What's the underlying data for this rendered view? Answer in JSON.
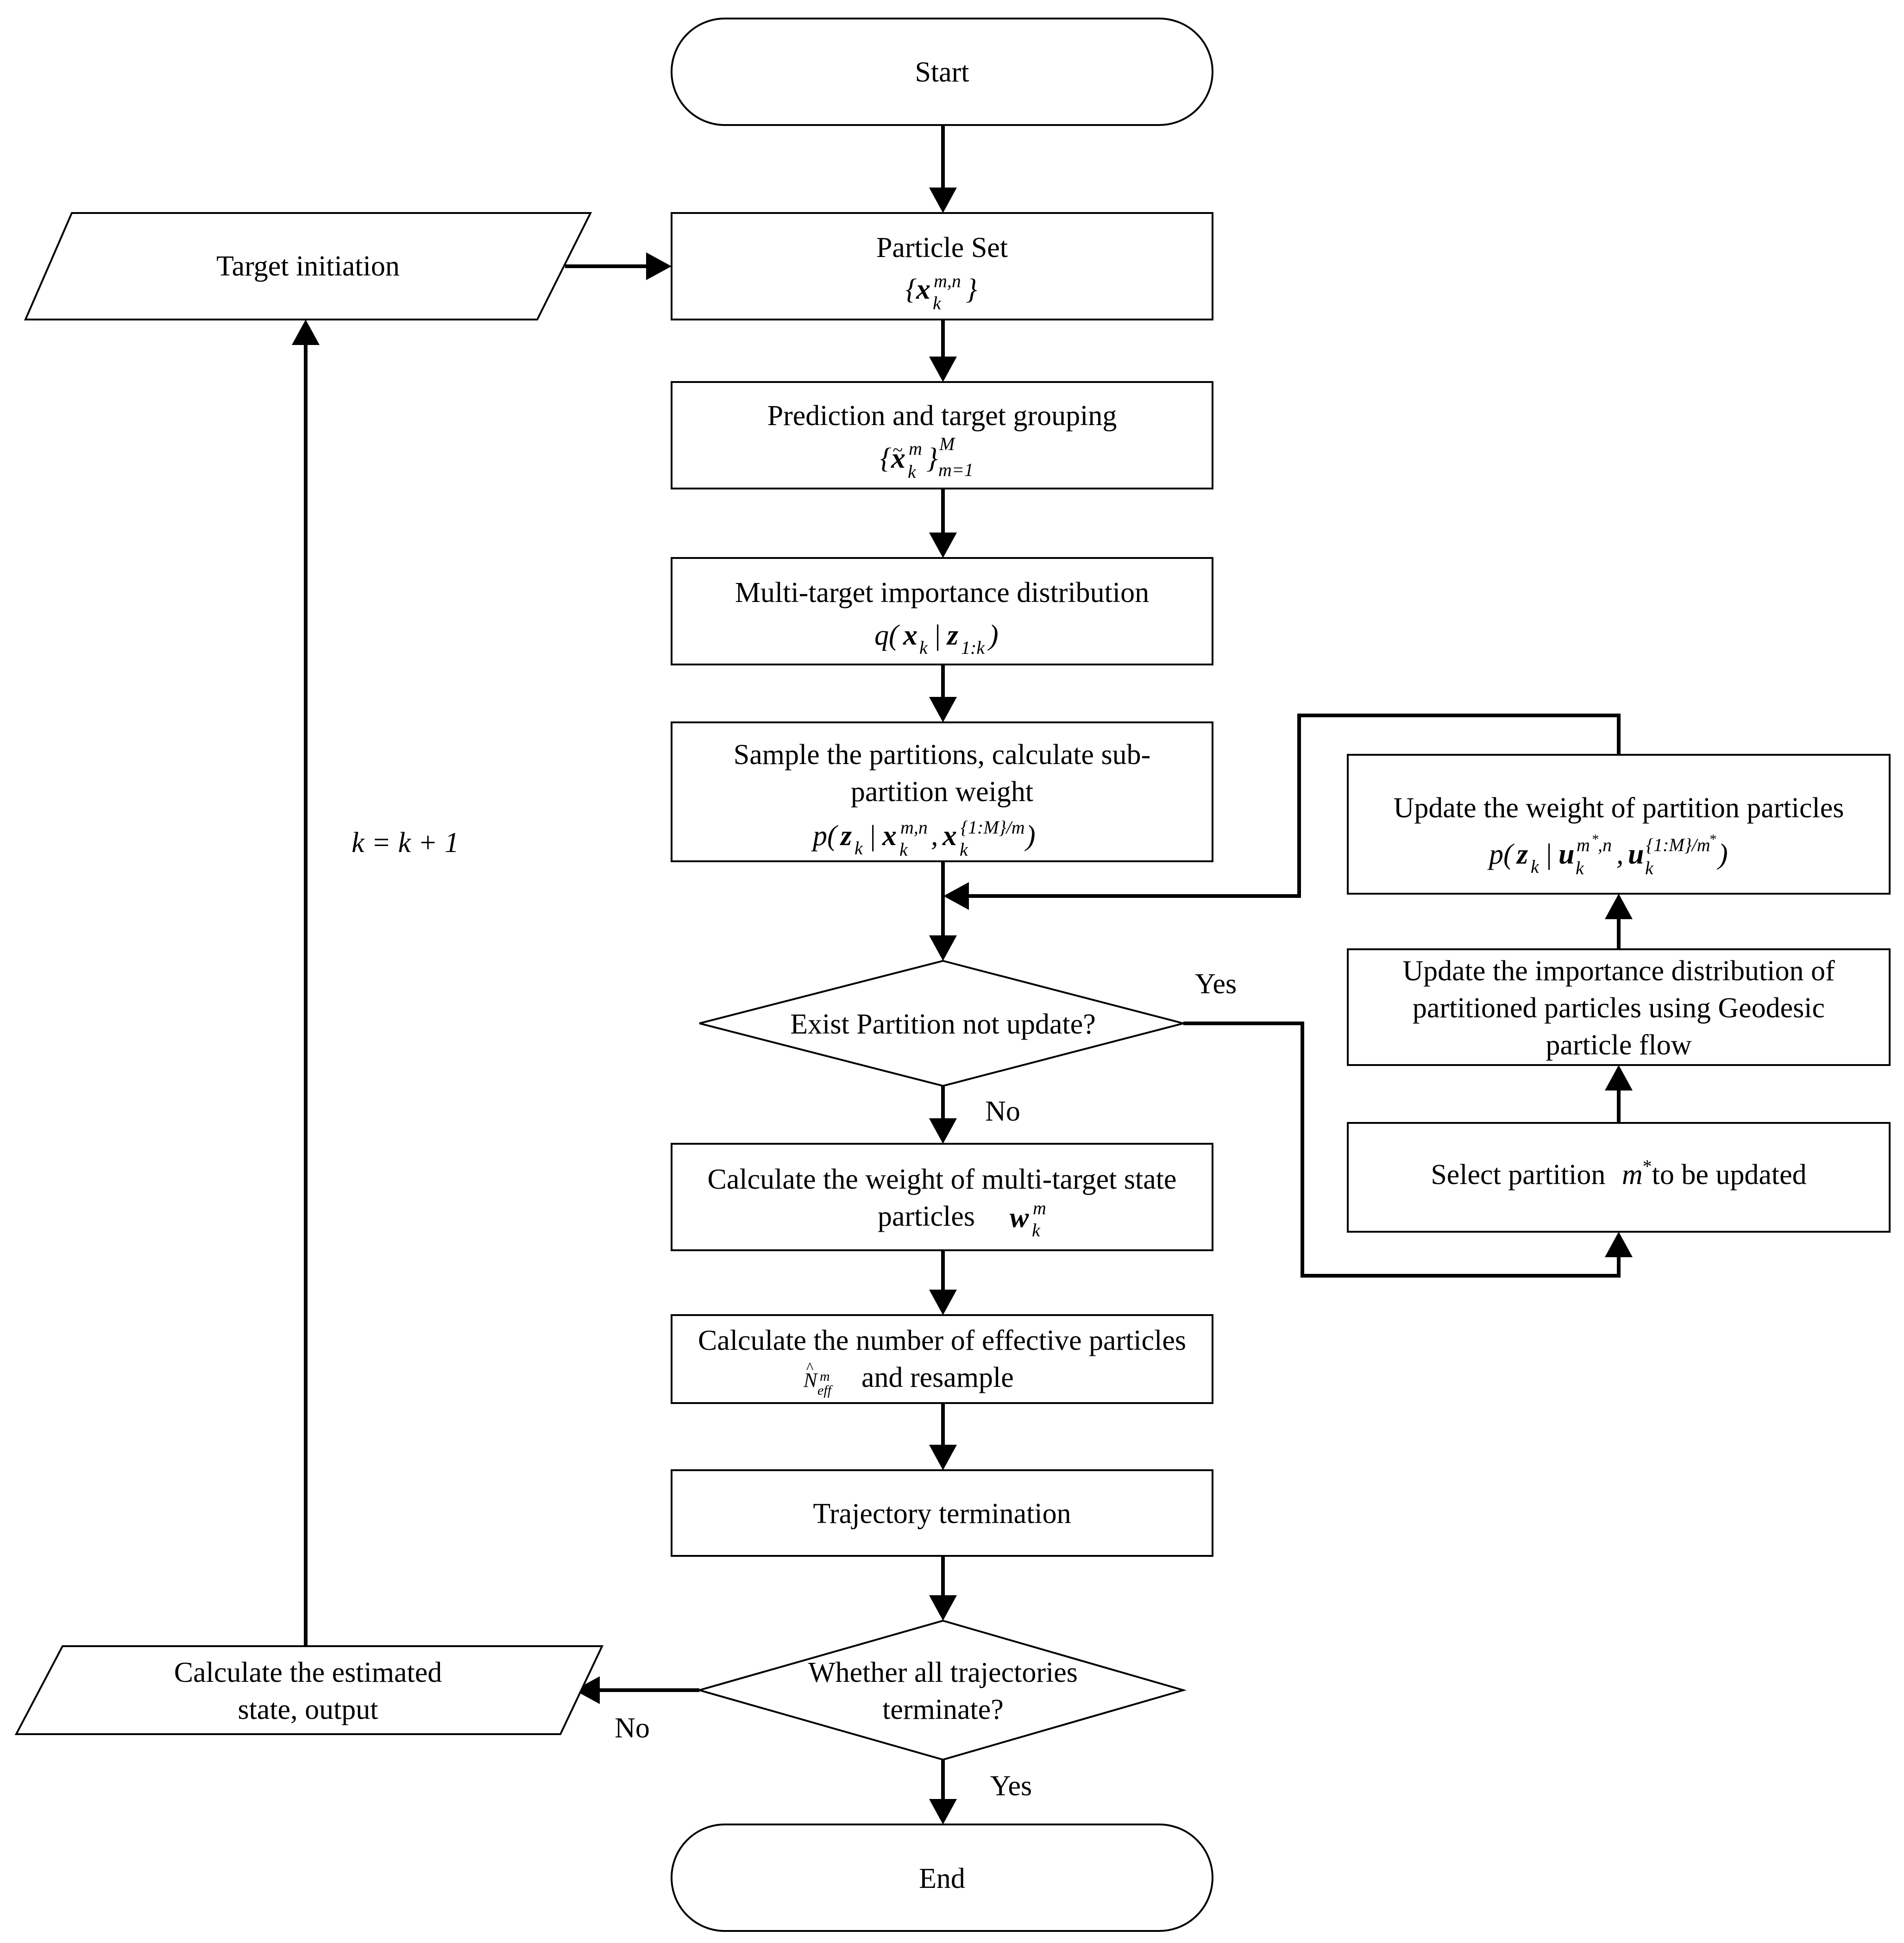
{
  "nodes": {
    "start": "Start",
    "end": "End",
    "target_initiation": "Target initiation",
    "particle_set": {
      "title": "Particle Set"
    },
    "prediction": {
      "title": "Prediction and target grouping"
    },
    "importance": {
      "title": "Multi-target importance distribution"
    },
    "sample": {
      "line1": "Sample the partitions, calculate sub-",
      "line2": "partition weight"
    },
    "exist_partition": "Exist Partition not update?",
    "calc_weight": {
      "line1": "Calculate the weight of multi-target state",
      "line2": "particles"
    },
    "effective": {
      "line1": "Calculate the number of effective particles",
      "line2": "and resample"
    },
    "trajectory_termination": "Trajectory termination",
    "whether_all": {
      "line1": "Whether all trajectories",
      "line2": "terminate?"
    },
    "estimated_state": {
      "line1": "Calculate the estimated",
      "line2": "state, output"
    },
    "update_weight": {
      "title": "Update the weight of partition particles"
    },
    "update_importance": {
      "line1": "Update the importance distribution of",
      "line2": "partitioned particles using Geodesic",
      "line3": "particle flow"
    },
    "select_partition": {
      "line1": "Select  partition",
      "line2": "to be updated"
    }
  },
  "labels": {
    "loop": "k = k + 1",
    "yes_exist": "Yes",
    "no_exist": "No",
    "yes_all": "Yes",
    "no_all": "No"
  }
}
